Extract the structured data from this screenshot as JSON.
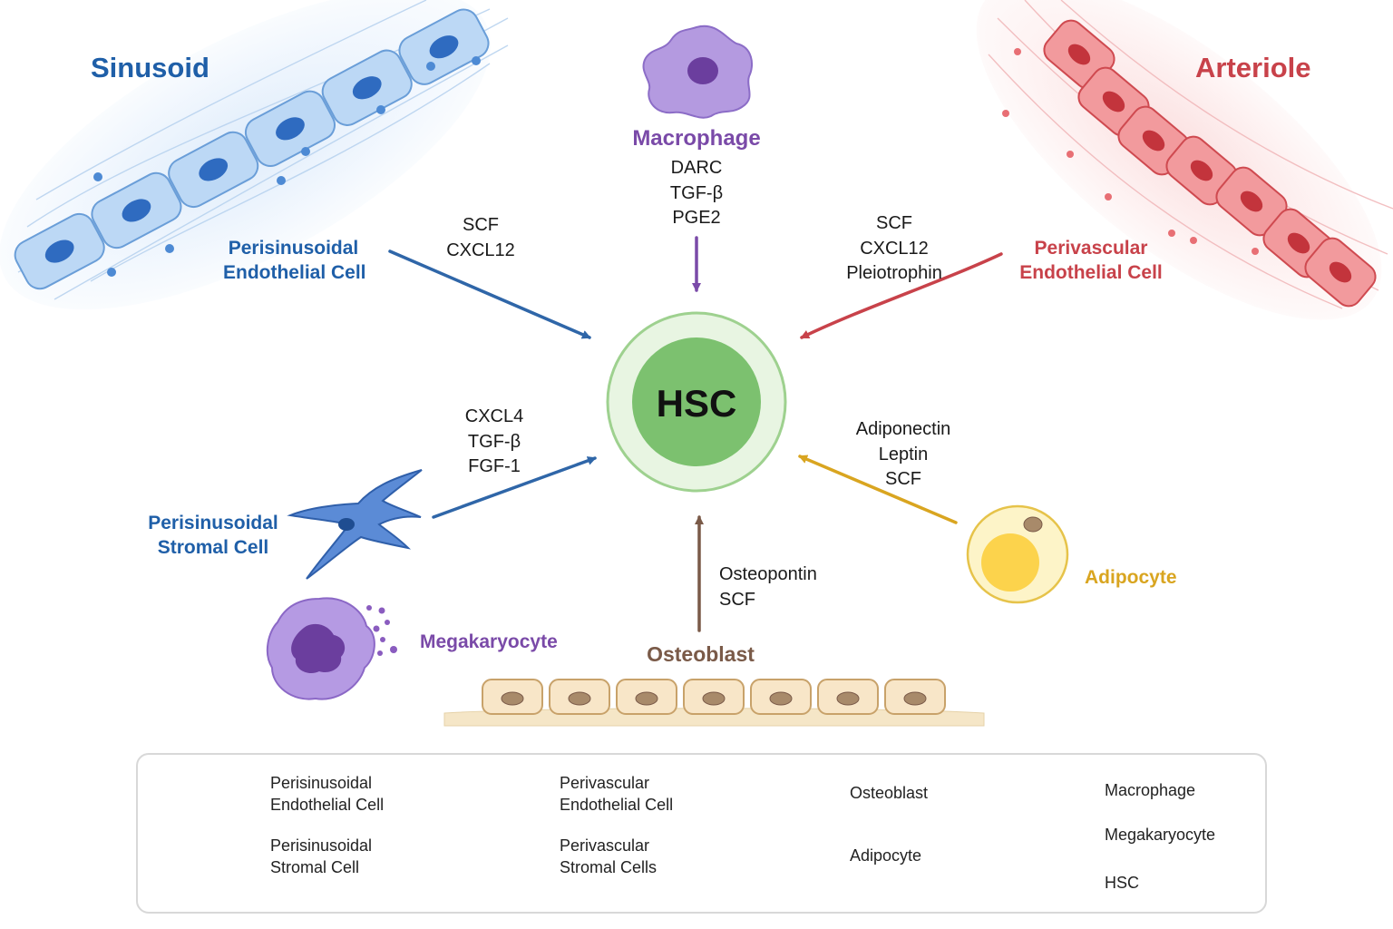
{
  "regions": {
    "sinusoid": {
      "title": "Sinusoid",
      "color": "#1f5fa8"
    },
    "arteriole": {
      "title": "Arteriole",
      "color": "#c8424a"
    }
  },
  "center": {
    "label": "HSC",
    "color": "#7cc16f"
  },
  "inputs": {
    "perisinusoidal_endothelial": {
      "label_line1": "Perisinusoidal",
      "label_line2": "Endothelial Cell",
      "factors": [
        "SCF",
        "CXCL12"
      ],
      "color": "#2f66a8"
    },
    "macrophage": {
      "label": "Macrophage",
      "factors": [
        "DARC",
        "TGF-β",
        "PGE2"
      ],
      "color": "#7a4aa8"
    },
    "perivascular_endothelial": {
      "label_line1": "Perivascular",
      "label_line2": "Endothelial Cell",
      "factors": [
        "SCF",
        "CXCL12",
        "Pleiotrophin"
      ],
      "color": "#c8424a"
    },
    "perisinusoidal_stromal": {
      "label_line1": "Perisinusoidal",
      "label_line2": "Stromal Cell",
      "factors": [
        "CXCL4",
        "TGF-β",
        "FGF-1"
      ],
      "color": "#2f66a8"
    },
    "adipocyte": {
      "label": "Adipocyte",
      "factors": [
        "Adiponectin",
        "Leptin",
        "SCF"
      ],
      "color": "#d9a520"
    },
    "osteoblast": {
      "label": "Osteoblast",
      "factors": [
        "Osteopontin",
        "SCF"
      ],
      "color": "#7a5a48"
    },
    "megakaryocyte": {
      "label": "Megakaryocyte",
      "color": "#7a4aa8"
    }
  },
  "legend": {
    "items": [
      {
        "line1": "Perisinusoidal",
        "line2": "Endothelial Cell"
      },
      {
        "line1": "Perisinusoidal",
        "line2": "Stromal Cell"
      },
      {
        "line1": "Perivascular",
        "line2": "Endothelial Cell"
      },
      {
        "line1": "Perivascular",
        "line2": "Stromal Cells"
      },
      {
        "line1": "Osteoblast"
      },
      {
        "line1": "Adipocyte"
      },
      {
        "line1": "Macrophage"
      },
      {
        "line1": "Megakaryocyte"
      },
      {
        "line1": "HSC"
      }
    ]
  }
}
